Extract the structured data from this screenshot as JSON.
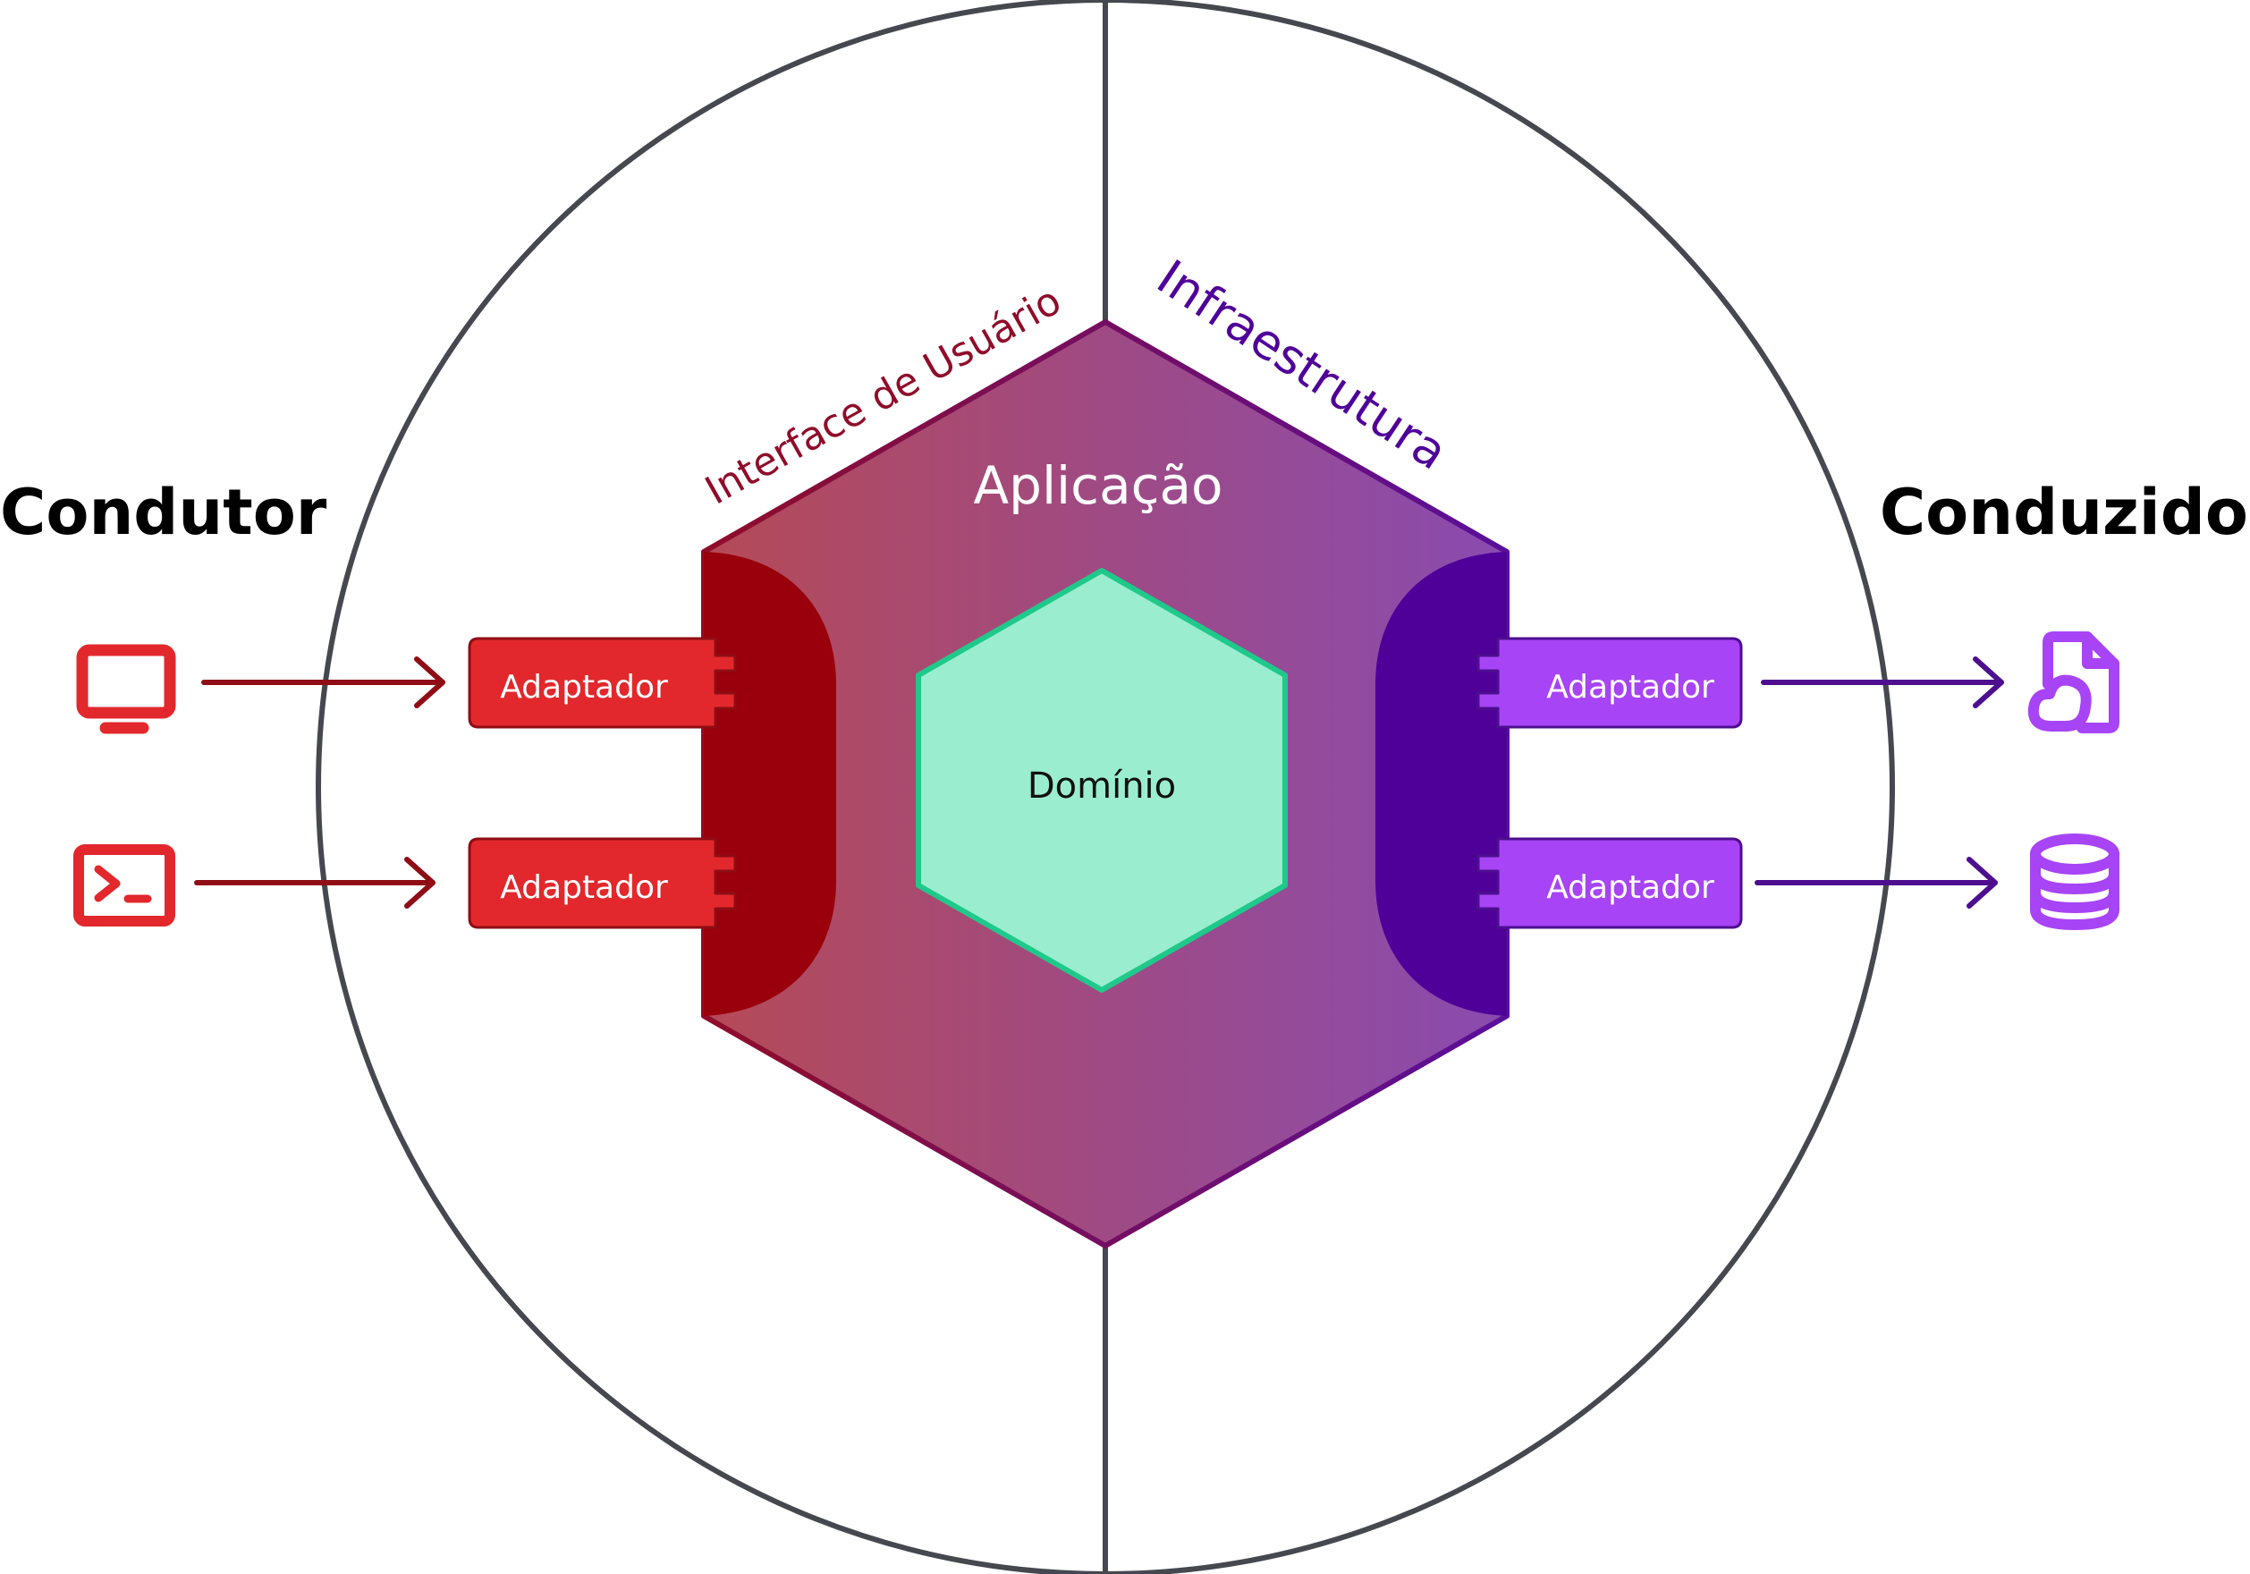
{
  "labels": {
    "driver": "Condutor",
    "driven": "Conduzido",
    "application": "Aplicação",
    "domain": "Domínio",
    "ui_arc": "Interface de Usuário",
    "infra_arc": "Infraestrutura"
  },
  "adapters": {
    "left_top": "Adaptador",
    "left_bottom": "Adaptador",
    "right_top": "Adaptador",
    "right_bottom": "Adaptador"
  },
  "icons": {
    "left_top": "monitor-icon",
    "left_bottom": "terminal-icon",
    "right_top": "cloud-file-icon",
    "right_bottom": "database-icon"
  },
  "colors": {
    "circle": "#45484f",
    "red": "#e2282c",
    "red_dark": "#99000b",
    "red_arrow": "#8f0d15",
    "purple": "#a744f5",
    "purple_dark": "#4f0099",
    "purple_arrow": "#4d0f8f",
    "domain_fill": "#9bedd0",
    "domain_stroke": "#1ec98a",
    "hex_gradient_start": "#b54a57",
    "hex_gradient_end": "#894bb0"
  }
}
